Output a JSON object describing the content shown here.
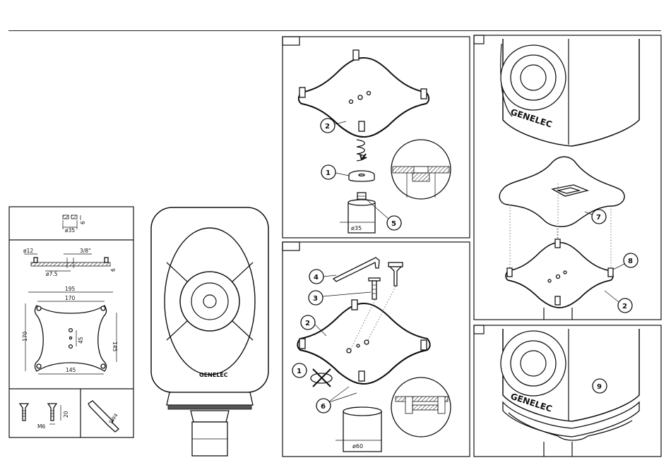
{
  "spec_panel": {
    "top_dims": {
      "diameter": "ø35",
      "thickness": "6"
    },
    "side_dims": {
      "hole": "ø12",
      "thread": "3/8\"",
      "centre": "ø7.5",
      "thickness": "6"
    },
    "plan_dims": {
      "outer_width": "195",
      "inner_width": "170",
      "height": "170",
      "right_height": "145",
      "bottom_width": "145",
      "spacing": "45"
    },
    "screw_dims": {
      "thread": "M6",
      "length": "20"
    },
    "key_label": "SW4"
  },
  "speaker_front": {
    "brand": "GENELEC"
  },
  "step1": {
    "callouts": [
      "2",
      "1",
      "5"
    ],
    "dimension": "ø35"
  },
  "step2": {
    "callouts": [
      "4",
      "3",
      "2",
      "1",
      "6"
    ],
    "dimension": "ø60"
  },
  "step3": {
    "brand": "GENELEC",
    "callouts": [
      "7",
      "8",
      "2"
    ]
  },
  "step4": {
    "brand": "GENELEC",
    "callouts": [
      "9"
    ]
  }
}
